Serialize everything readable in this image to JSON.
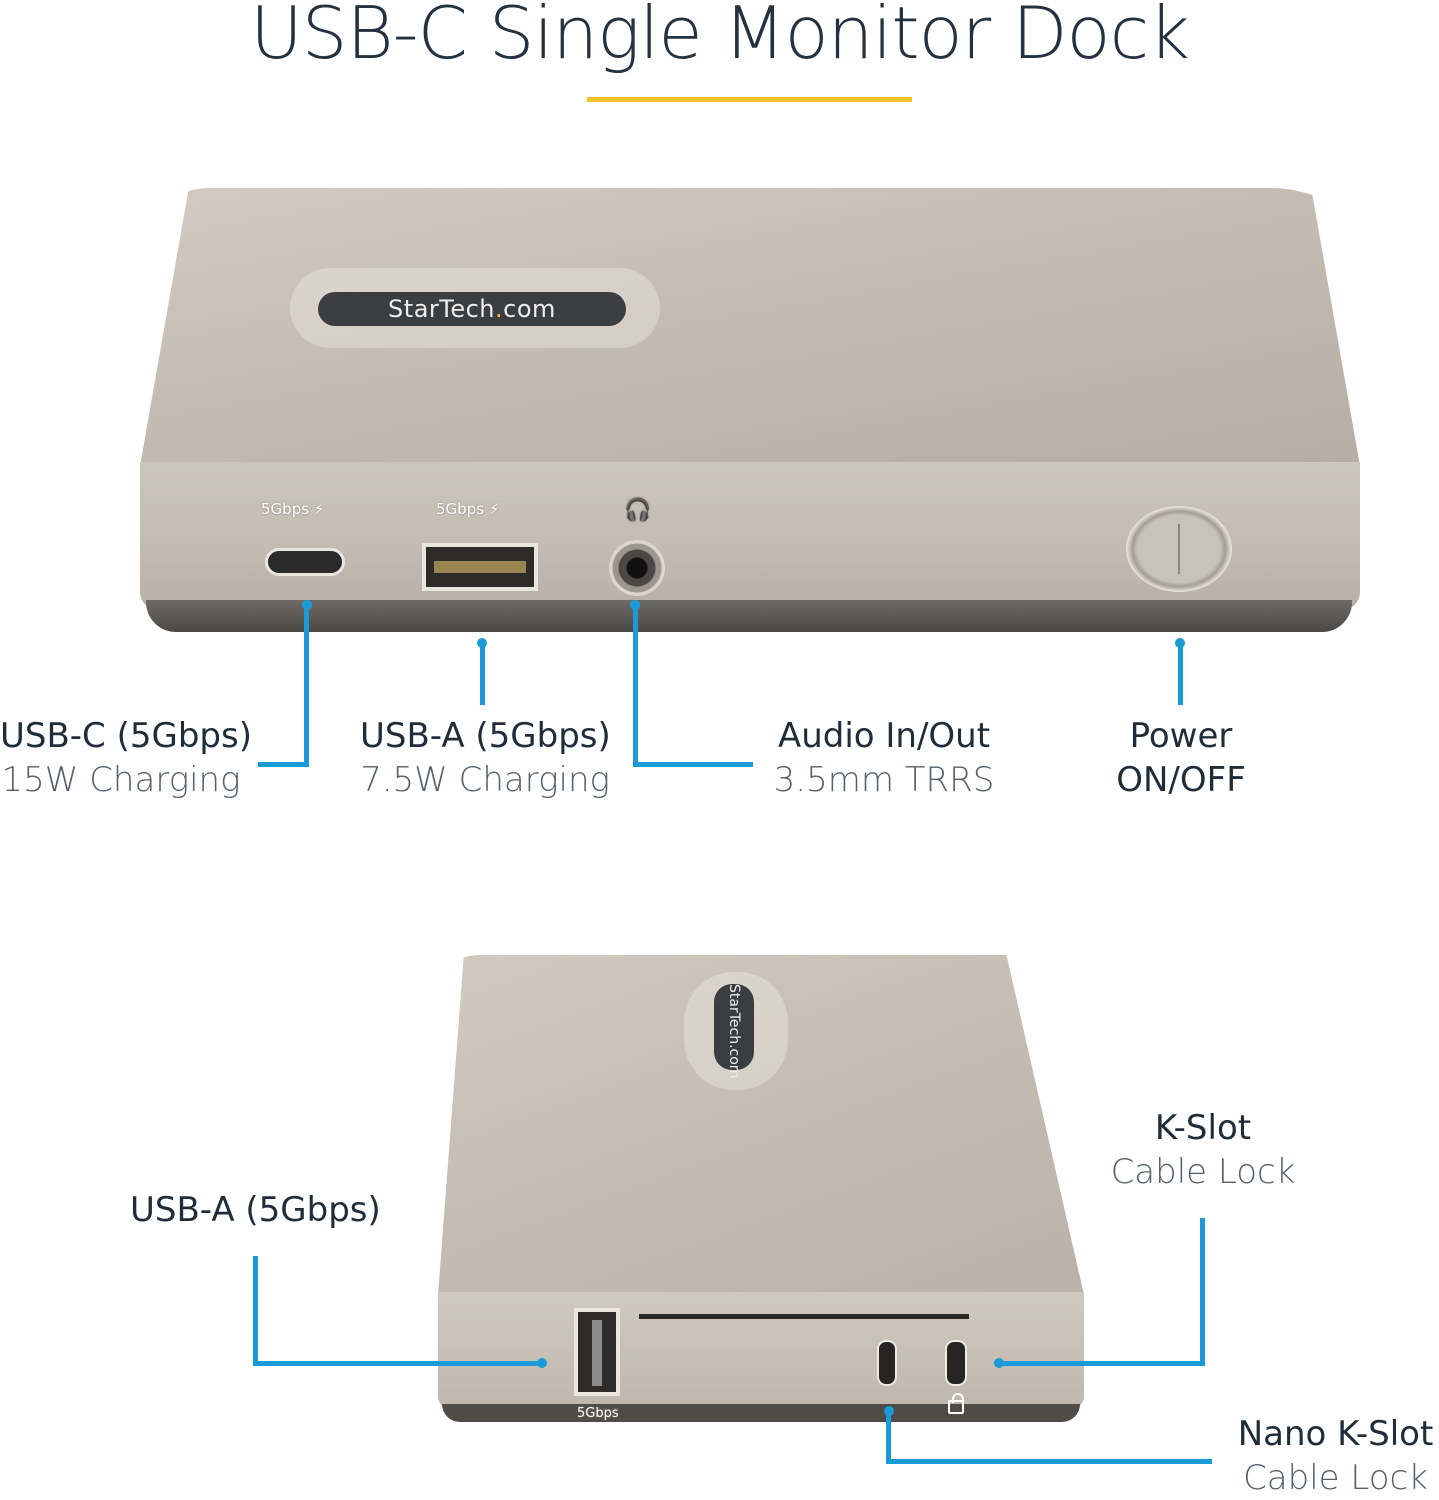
{
  "title": "USB-C Single Monitor Dock",
  "colors": {
    "accent_underline": "#f2c22c",
    "callout": "#1a9ad6",
    "text": "#1f2d3a"
  },
  "device_top": {
    "logo": {
      "text_a": "StarTech",
      "dot": ".",
      "text_b": "com"
    },
    "port_labels": {
      "usbc": "5Gbps",
      "usba": "5Gbps"
    },
    "callouts": [
      {
        "main": "USB-C (5Gbps)",
        "sub": "15W Charging"
      },
      {
        "main": "USB-A (5Gbps)",
        "sub": "7.5W Charging"
      },
      {
        "main": "Audio In/Out",
        "sub": "3.5mm TRRS"
      },
      {
        "main": "Power",
        "sub": "ON/OFF"
      }
    ]
  },
  "device_bottom": {
    "logo": "StarTech.com",
    "port_label": "5Gbps",
    "callouts": {
      "usba": {
        "main": "USB-A (5Gbps)"
      },
      "kslot": {
        "main": "K-Slot",
        "sub": "Cable Lock"
      },
      "nanok": {
        "main": "Nano K-Slot",
        "sub": "Cable Lock"
      }
    }
  }
}
